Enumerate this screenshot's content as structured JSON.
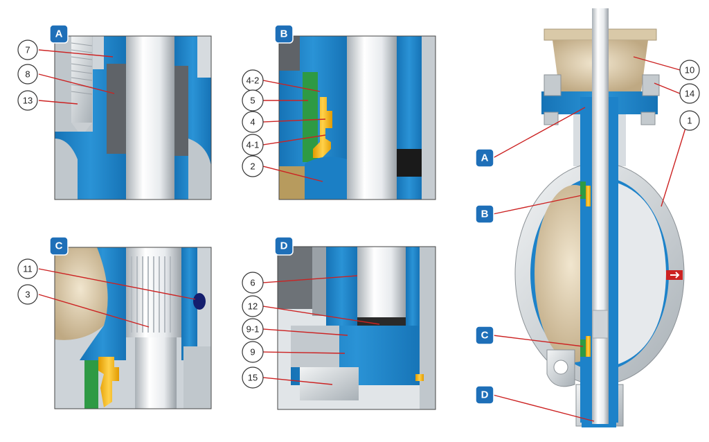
{
  "colors": {
    "blue": "#1d82c9",
    "blue_dark": "#14609a",
    "steel": "#dfe3e6",
    "steel_dark": "#9aa3aa",
    "gold": "#f2b418",
    "green": "#2e9a44",
    "disc": "#d9c9a8",
    "leader": "#cc2222",
    "badge": "#1e6fb8"
  },
  "panels": {
    "A": {
      "label": "A",
      "callouts": [
        "7",
        "8",
        "13"
      ]
    },
    "B": {
      "label": "B",
      "callouts": [
        "4-2",
        "5",
        "4",
        "4-1",
        "2"
      ]
    },
    "C": {
      "label": "C",
      "callouts": [
        "11",
        "3"
      ]
    },
    "D": {
      "label": "D",
      "callouts": [
        "6",
        "12",
        "9-1",
        "9",
        "15"
      ]
    }
  },
  "main_view": {
    "detail_badges": [
      "A",
      "B",
      "C",
      "D"
    ],
    "callouts": [
      "10",
      "14",
      "1"
    ]
  }
}
